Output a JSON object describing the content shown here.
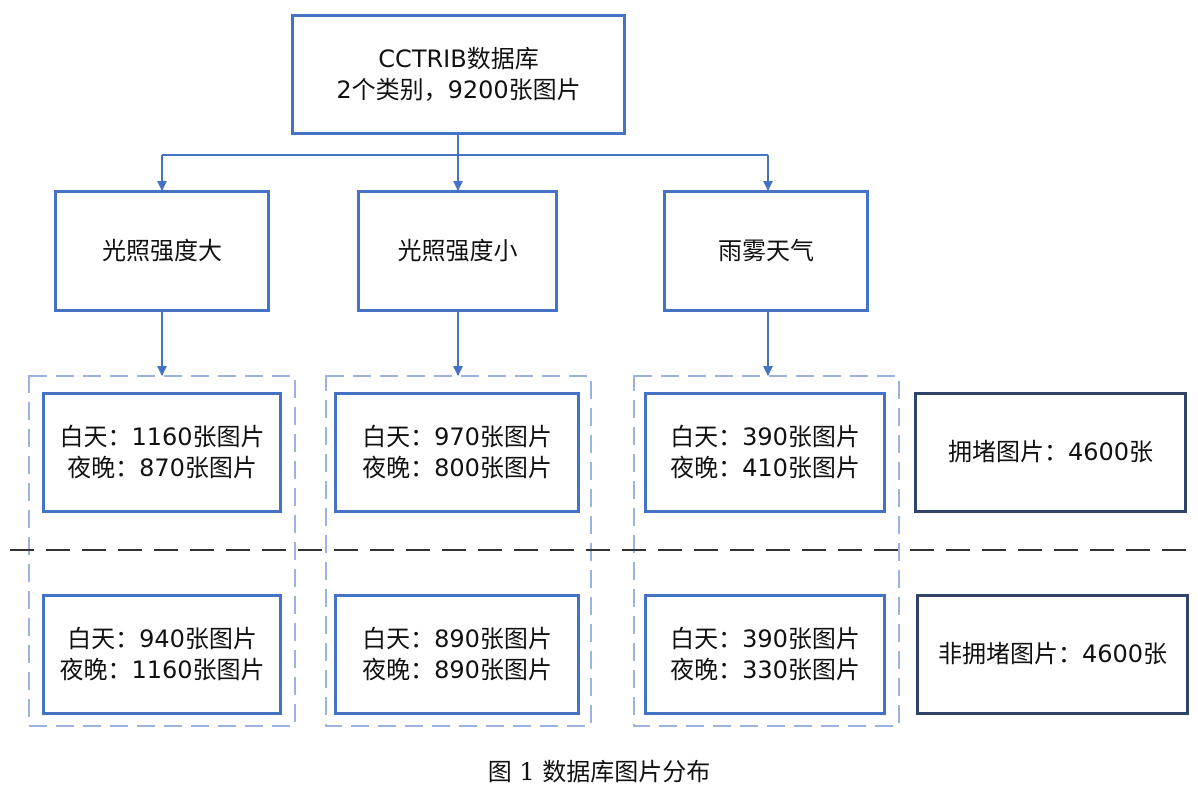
{
  "root": {
    "line1": "CCTRIB数据库",
    "line2": "2个类别，9200张图片"
  },
  "categories": [
    {
      "label": "光照强度大",
      "congested": {
        "day": "白天：1160张图片",
        "night": "夜晚：870张图片"
      },
      "non_congested": {
        "day": "白天：940张图片",
        "night": "夜晚：1160张图片"
      }
    },
    {
      "label": "光照强度小",
      "congested": {
        "day": "白天：970张图片",
        "night": "夜晚：800张图片"
      },
      "non_congested": {
        "day": "白天：890张图片",
        "night": "夜晚：890张图片"
      }
    },
    {
      "label": "雨雾天气",
      "congested": {
        "day": "白天：390张图片",
        "night": "夜晚：410张图片"
      },
      "non_congested": {
        "day": "白天：390张图片",
        "night": "夜晚：330张图片"
      }
    }
  ],
  "classes": {
    "congested": "拥堵图片：4600张",
    "non_congested": "非拥堵图片：4600张"
  },
  "caption": "图 1 数据库图片分布",
  "colors": {
    "box_border": "#4472C4",
    "class_box_border": "#2F4468",
    "dashed_group": "#9BB3DE",
    "separator": "#333333"
  }
}
